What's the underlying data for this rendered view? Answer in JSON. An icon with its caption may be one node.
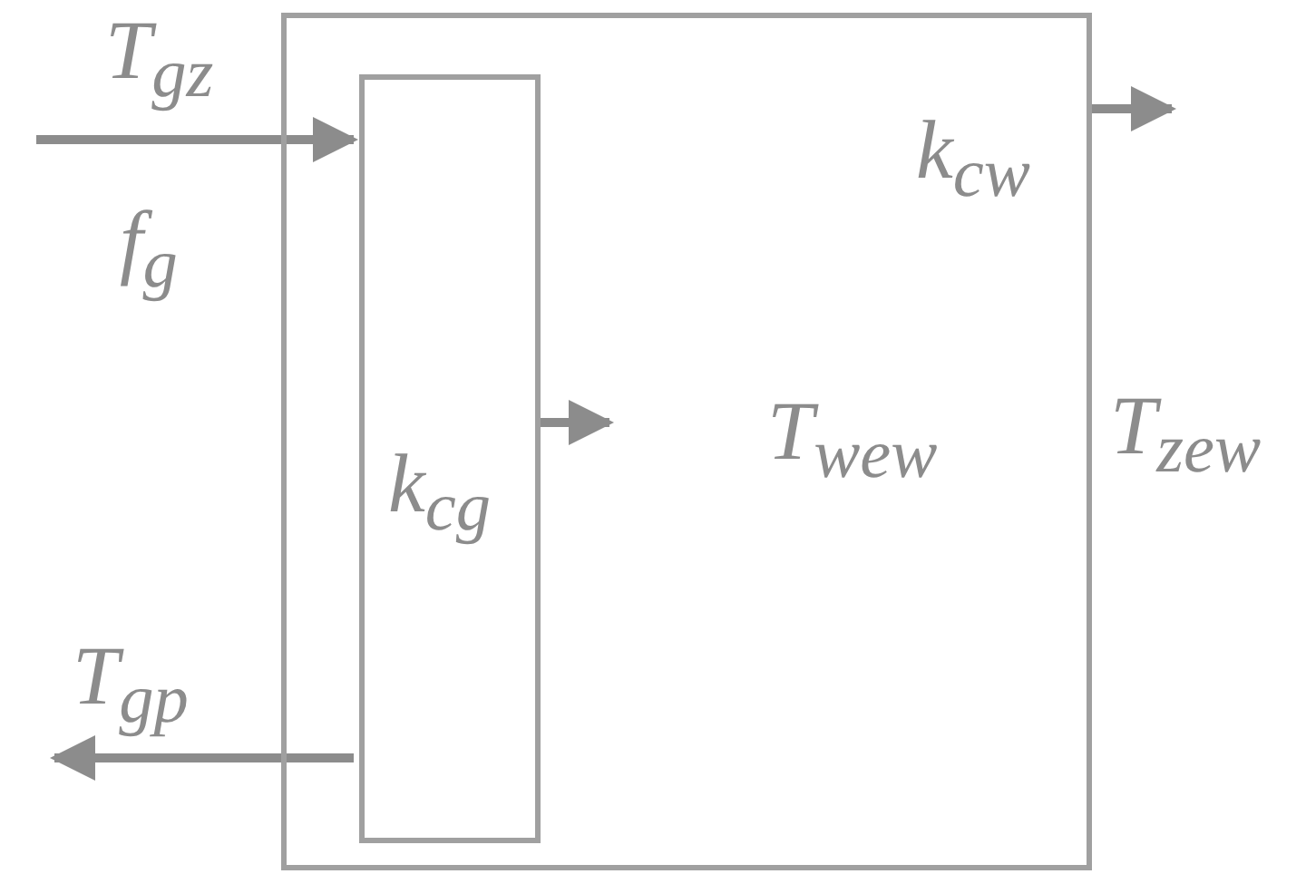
{
  "diagram": {
    "nodes": [
      {
        "text": [
          "T$_{wew}$"
        ]
      },
      {
        "text": [
          "k$_{cg}$"
        ],
        "in": 0
      }
    ],
    "edges": [
      {
        "from": null,
        "to": 1,
        "arrow": "to",
        "label": "T$_{gz}$"
      },
      {
        "from": 1,
        "to": null,
        "arrow": "to",
        "label": "T$_{gp}$"
      },
      {
        "from": 1,
        "to": null,
        "arrow": "to"
      },
      {
        "from": 0,
        "to": null,
        "arrow": "to",
        "label": "k$_{cw}$"
      }
    ],
    "labels": [
      "f$_{g}$",
      "T$_{zew}$"
    ]
  }
}
